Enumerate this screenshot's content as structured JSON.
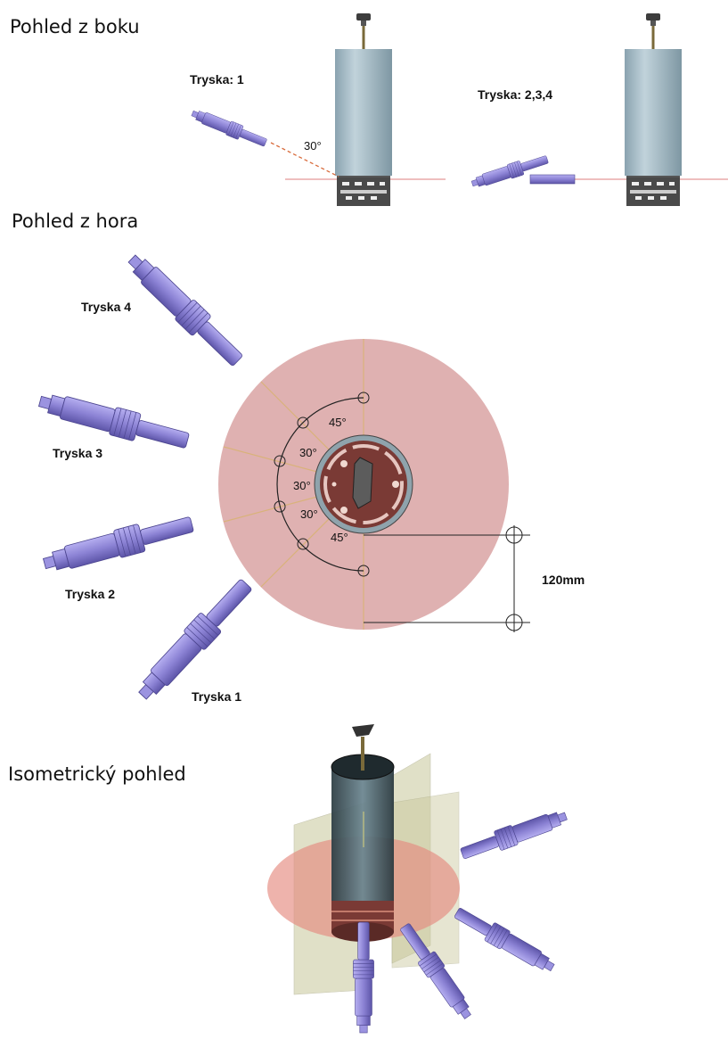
{
  "sections": {
    "side": "Pohled z boku",
    "top": "Pohled z hora",
    "iso": "Isometrický pohled"
  },
  "side_view": {
    "nozzle_1_label": "Tryska: 1",
    "nozzles_234_label": "Tryska: 2,3,4",
    "angle_label": "30°"
  },
  "top_view": {
    "nozzle_labels": [
      "Tryska 1",
      "Tryska 2",
      "Tryska 3",
      "Tryska 4"
    ],
    "angles": [
      "45°",
      "30°",
      "30°",
      "30°",
      "45°"
    ],
    "dimension": "120mm"
  },
  "colors": {
    "cylinder": "#a9bfc9",
    "nozzle": "#8f86d6",
    "disc": "#dca9a9",
    "base": "#4a4a4a",
    "ray": "#d9b27a",
    "plane": "#c8c79a"
  }
}
